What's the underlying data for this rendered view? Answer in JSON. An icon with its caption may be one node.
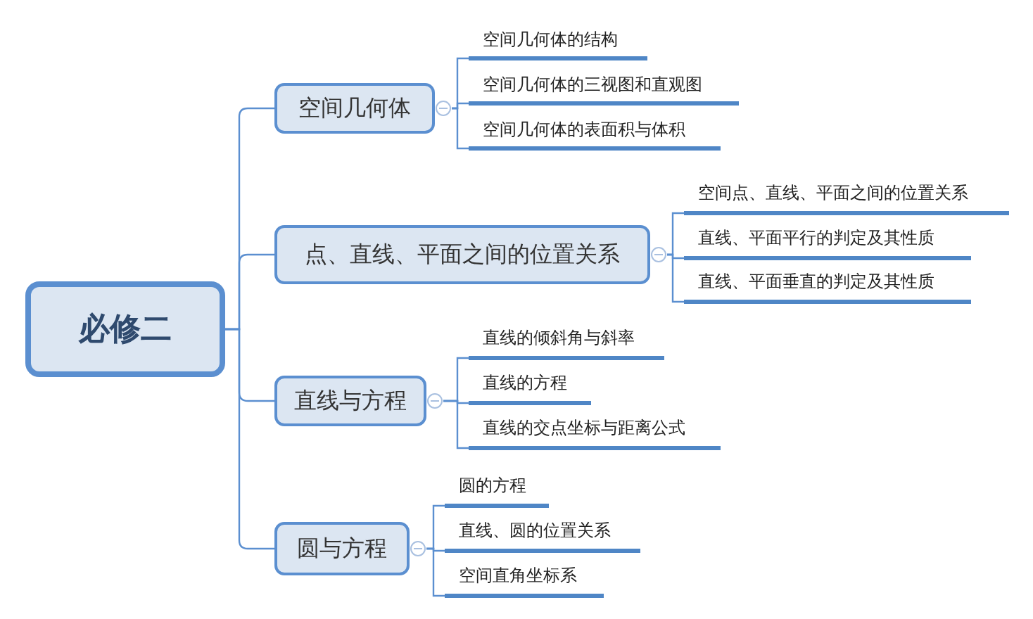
{
  "diagram": {
    "nodes": [
      {
        "text": [
          "必修二"
        ]
      },
      {
        "text": [
          "空间几何体"
        ]
      },
      {
        "text": [
          "空间几何体的结构"
        ]
      },
      {
        "text": [
          "空间几何体的三视图和直观图"
        ]
      },
      {
        "text": [
          "空间几何体的表面积与体积"
        ]
      },
      {
        "text": [
          "点、直线、平面之间的位置关系"
        ]
      },
      {
        "text": [
          "空间点、直线、平面之间的位置关系"
        ]
      },
      {
        "text": [
          "直线、平面平行的判定及其性质"
        ]
      },
      {
        "text": [
          "直线、平面垂直的判定及其性质"
        ]
      },
      {
        "text": [
          "直线与方程"
        ]
      },
      {
        "text": [
          "直线的倾斜角与斜率"
        ]
      },
      {
        "text": [
          "直线的方程"
        ]
      },
      {
        "text": [
          "直线的交点坐标与距离公式"
        ]
      },
      {
        "text": [
          "圆与方程"
        ]
      },
      {
        "text": [
          "圆的方程"
        ]
      },
      {
        "text": [
          "直线、圆的位置关系"
        ]
      },
      {
        "text": [
          "空间直角坐标系"
        ]
      }
    ],
    "edges": [
      {
        "from": 0,
        "to": 1,
        "arrow": "none"
      },
      {
        "from": 0,
        "to": 5,
        "arrow": "none"
      },
      {
        "from": 0,
        "to": 9,
        "arrow": "none"
      },
      {
        "from": 0,
        "to": 13,
        "arrow": "none"
      },
      {
        "from": 1,
        "to": 2,
        "arrow": "none"
      },
      {
        "from": 1,
        "to": 3,
        "arrow": "none"
      },
      {
        "from": 1,
        "to": 4,
        "arrow": "none"
      },
      {
        "from": 5,
        "to": 6,
        "arrow": "none"
      },
      {
        "from": 5,
        "to": 7,
        "arrow": "none"
      },
      {
        "from": 5,
        "to": 8,
        "arrow": "none"
      },
      {
        "from": 9,
        "to": 10,
        "arrow": "none"
      },
      {
        "from": 9,
        "to": 11,
        "arrow": "none"
      },
      {
        "from": 9,
        "to": 12,
        "arrow": "none"
      },
      {
        "from": 13,
        "to": 14,
        "arrow": "none"
      },
      {
        "from": 13,
        "to": 15,
        "arrow": "none"
      },
      {
        "from": 13,
        "to": 16,
        "arrow": "none"
      }
    ]
  }
}
